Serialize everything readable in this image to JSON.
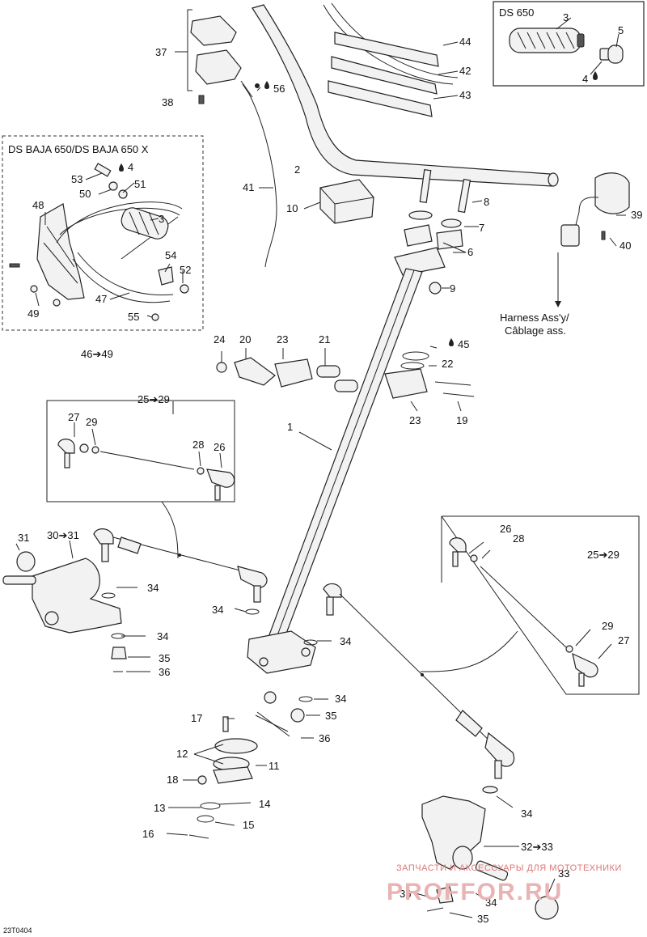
{
  "boxes": {
    "ds650": "DS 650",
    "baja": "DS BAJA 650/DS BAJA 650 X"
  },
  "harness": {
    "en": "Harness Ass'y/",
    "fr": "Câblage ass."
  },
  "drawing_code": "23T0404",
  "watermark": {
    "line1": "ЗАПЧАСТИ И АКСЕССУАРЫ ДЛЯ МОТОТЕХНИКИ",
    "line2": "PROFFOR.RU"
  },
  "callouts": {
    "c1": "1",
    "c2": "2",
    "c3a": "3",
    "c3b": "3",
    "c4a": "4",
    "c4b": "4",
    "c5": "5",
    "c6": "6",
    "c7": "7",
    "c8": "8",
    "c9": "9",
    "c10": "10",
    "c11": "11",
    "c12": "12",
    "c13": "13",
    "c14": "14",
    "c15": "15",
    "c16": "16",
    "c17": "17",
    "c18": "18",
    "c19": "19",
    "c20": "20",
    "c21": "21",
    "c22": "22",
    "c23a": "23",
    "c23b": "23",
    "c24": "24",
    "c25a": "25➔29",
    "c25b": "25➔29",
    "c26a": "26",
    "c26b": "26",
    "c27a": "27",
    "c27b": "27",
    "c28a": "28",
    "c28b": "28",
    "c29a": "29",
    "c29b": "29",
    "c30": "30➔31",
    "c31": "31",
    "c32": "32➔33",
    "c33": "33",
    "c34a": "34",
    "c34b": "34",
    "c34c": "34",
    "c34d": "34",
    "c34e": "34",
    "c34f": "34",
    "c34g": "34",
    "c35a": "35",
    "c35b": "35",
    "c35c": "35",
    "c36a": "36",
    "c36b": "36",
    "c36c": "36",
    "c37": "37",
    "c38": "38",
    "c39": "39",
    "c40": "40",
    "c41": "41",
    "c42": "42",
    "c43": "43",
    "c44": "44",
    "c45": "45",
    "c46": "46➔49",
    "c47": "47",
    "c48": "48",
    "c49": "49",
    "c50": "50",
    "c51": "51",
    "c52": "52",
    "c53": "53",
    "c54": "54",
    "c55": "55",
    "c56": "56"
  }
}
